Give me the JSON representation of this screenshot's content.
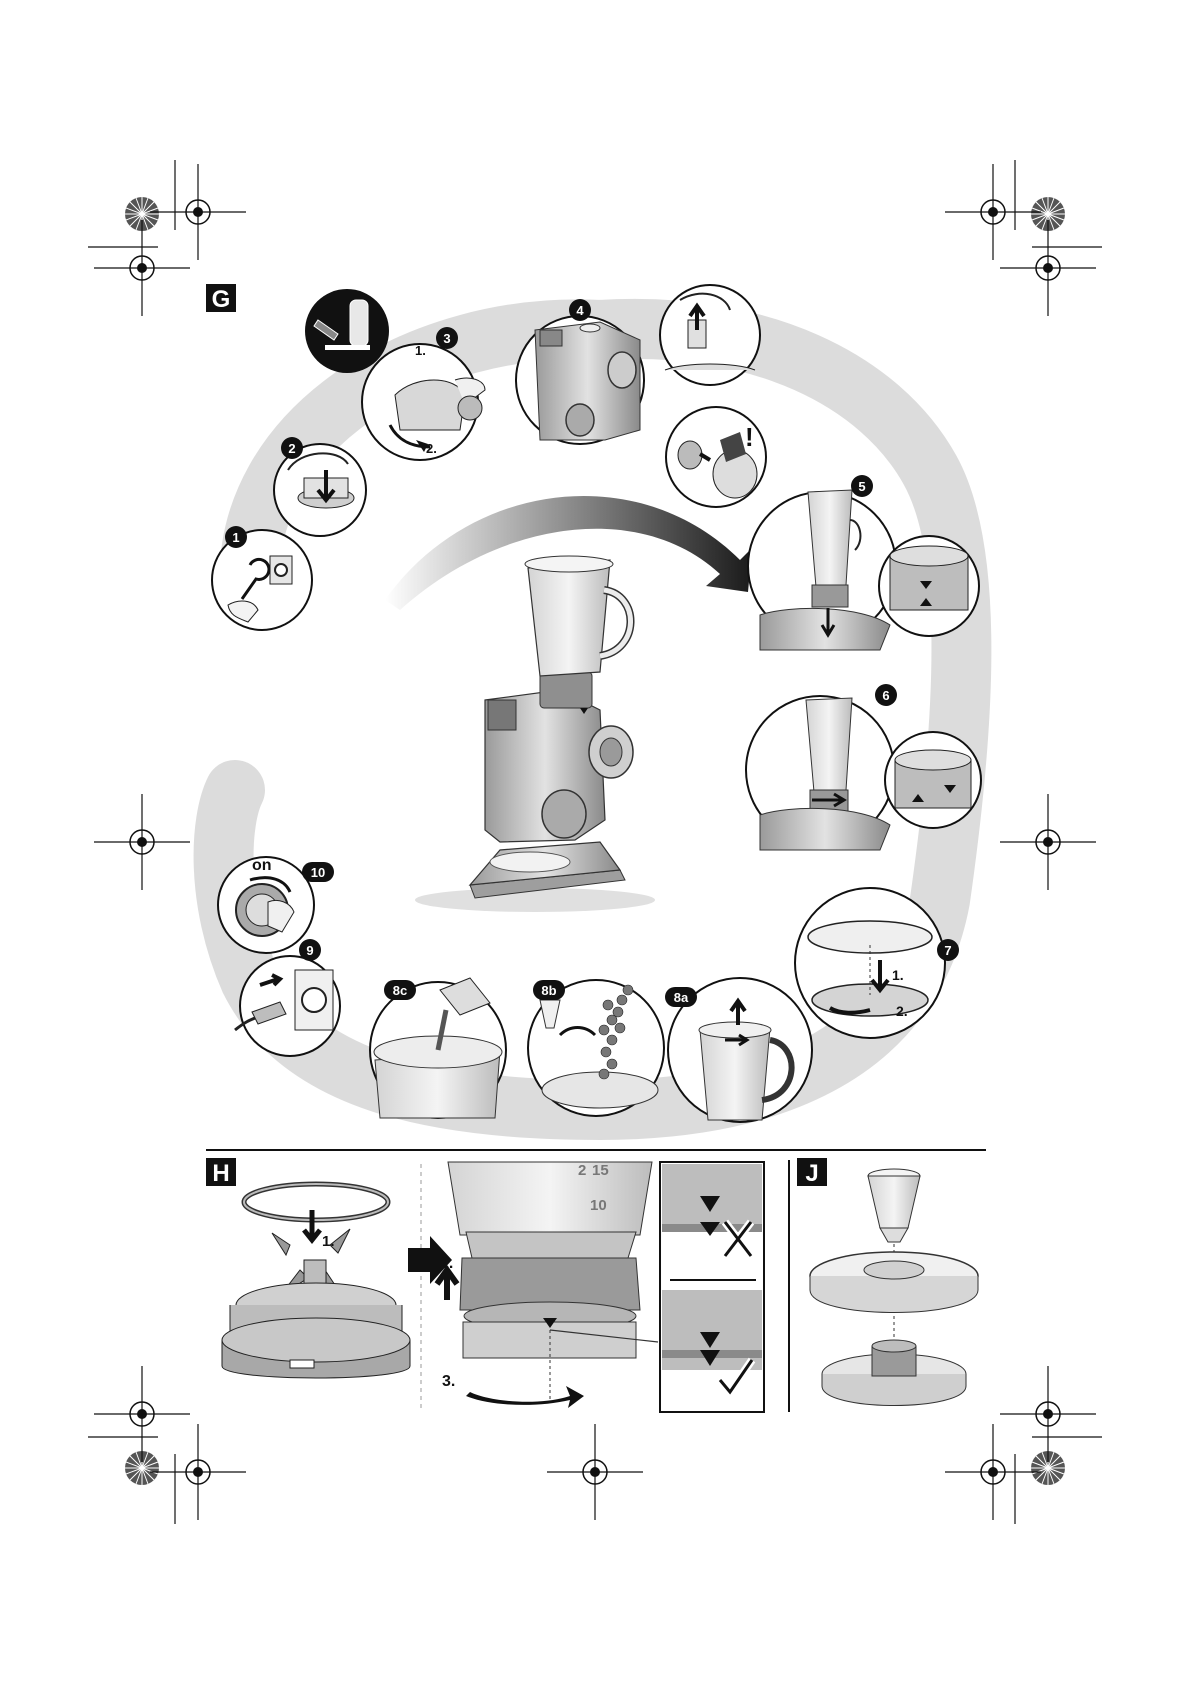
{
  "sections": {
    "g": "G",
    "h": "H",
    "j": "J"
  },
  "steps": [
    {
      "id": "1",
      "label": "1"
    },
    {
      "id": "2",
      "label": "2"
    },
    {
      "id": "3",
      "label": "3"
    },
    {
      "id": "4",
      "label": "4"
    },
    {
      "id": "5",
      "label": "5"
    },
    {
      "id": "6",
      "label": "6"
    },
    {
      "id": "7",
      "label": "7"
    },
    {
      "id": "8a",
      "label": "8a"
    },
    {
      "id": "8b",
      "label": "8b"
    },
    {
      "id": "8c",
      "label": "8c"
    },
    {
      "id": "9",
      "label": "9"
    },
    {
      "id": "10",
      "label": "10"
    }
  ],
  "texts": {
    "on": "on",
    "sub1_top": "1.",
    "sub2_top": "2.",
    "seven_1": "1.",
    "seven_2": "2.",
    "exclamation": "!",
    "h_1": "1.",
    "h_2": "2.",
    "h_3": "3.",
    "scale_2": "2",
    "scale_15": "15",
    "scale_10": "10"
  },
  "colors": {
    "ink": "#111111",
    "shadow": "#cfcfcf",
    "metal": "#bdbdbd",
    "metal_dark": "#8d8d8d",
    "glass": "#e6e6e6"
  }
}
